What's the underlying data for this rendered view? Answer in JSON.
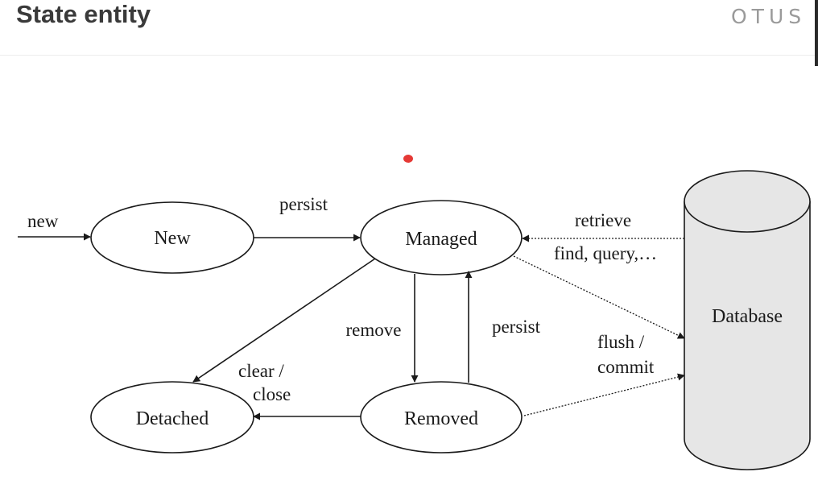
{
  "header": {
    "title": "State entity",
    "brand": "OTUS"
  },
  "diagram": {
    "nodes": {
      "new": "New",
      "managed": "Managed",
      "detached": "Detached",
      "removed": "Removed",
      "database": "Database"
    },
    "edges": {
      "initial": "new",
      "persist_top": "persist",
      "retrieve": "retrieve",
      "find_query": "find, query,…",
      "remove": "remove",
      "persist_back": "persist",
      "flush": "flush /",
      "commit": "commit",
      "clear": "clear /",
      "close": "close"
    }
  },
  "colors": {
    "title": "#3a3a3a",
    "brand": "#9a9a9a",
    "pointer": "#e53935",
    "database_fill": "#e6e6e6"
  }
}
